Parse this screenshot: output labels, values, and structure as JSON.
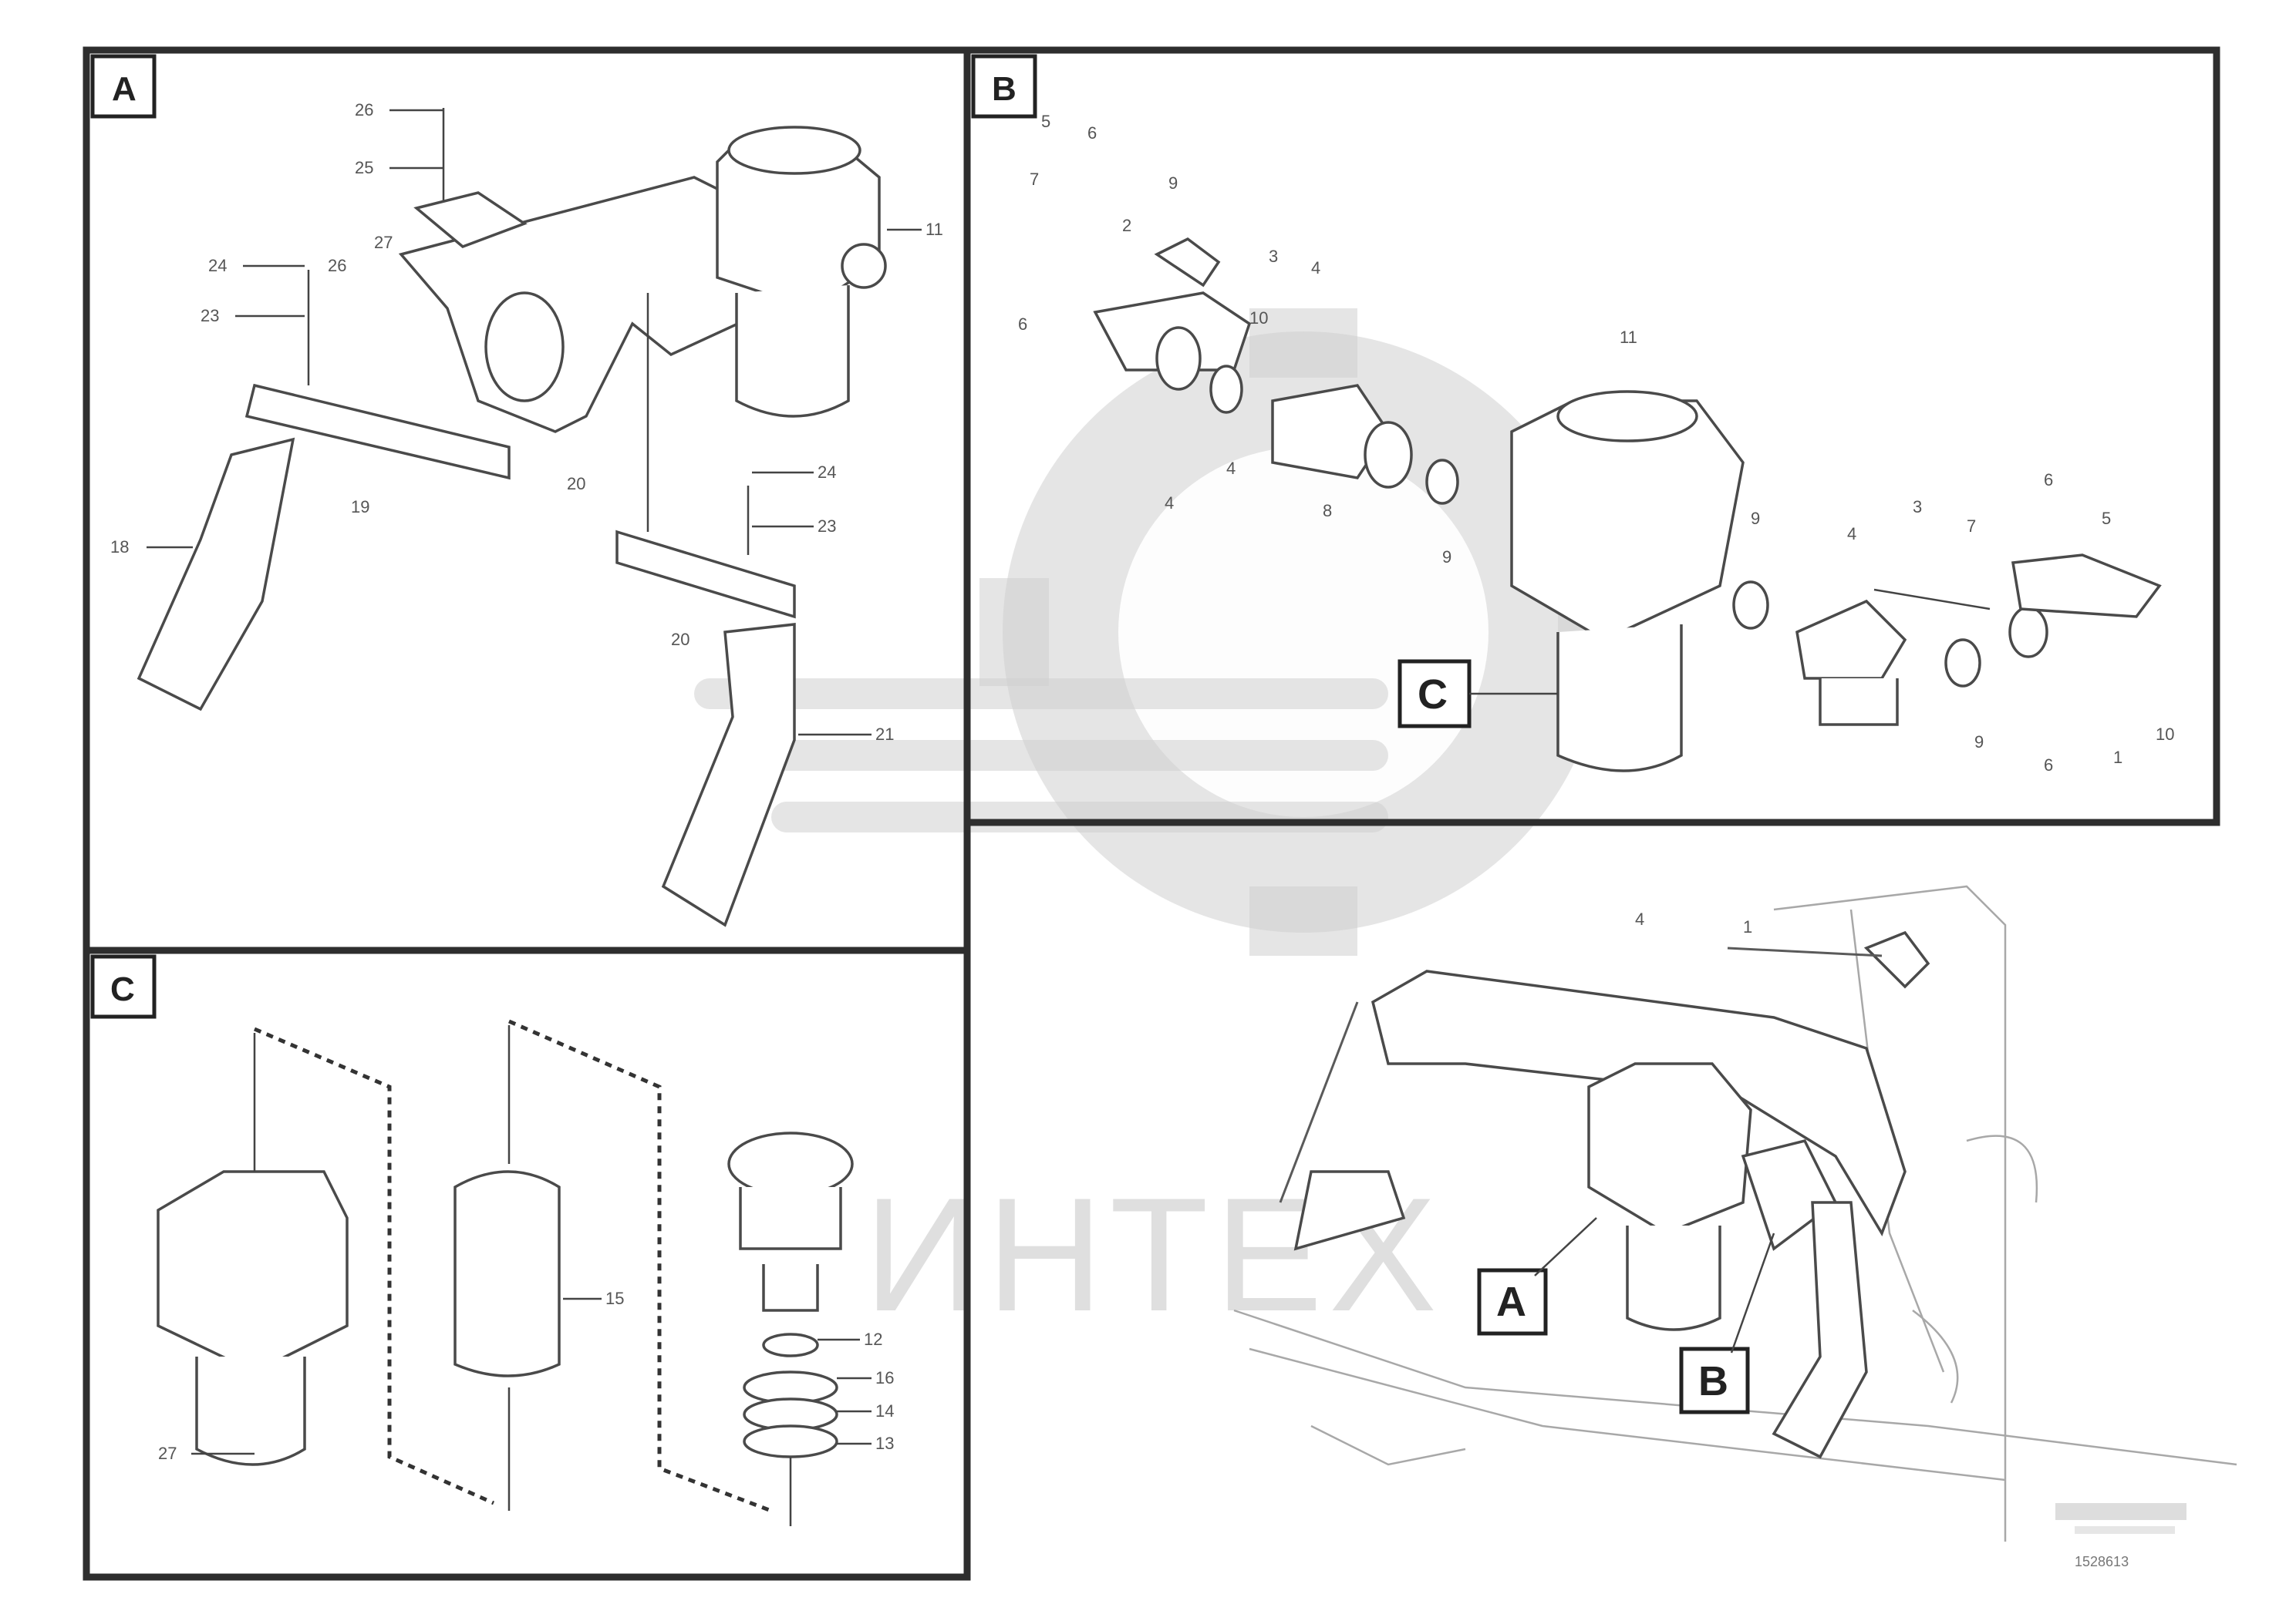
{
  "diagram": {
    "panels": [
      {
        "id": "A",
        "label": "A"
      },
      {
        "id": "B",
        "label": "B"
      },
      {
        "id": "C",
        "label": "C"
      }
    ],
    "callouts": {
      "in_b": "C",
      "overview_a": "A",
      "overview_b": "B"
    },
    "watermark": "ИНТЕХ",
    "drawing_code": "1528613"
  }
}
